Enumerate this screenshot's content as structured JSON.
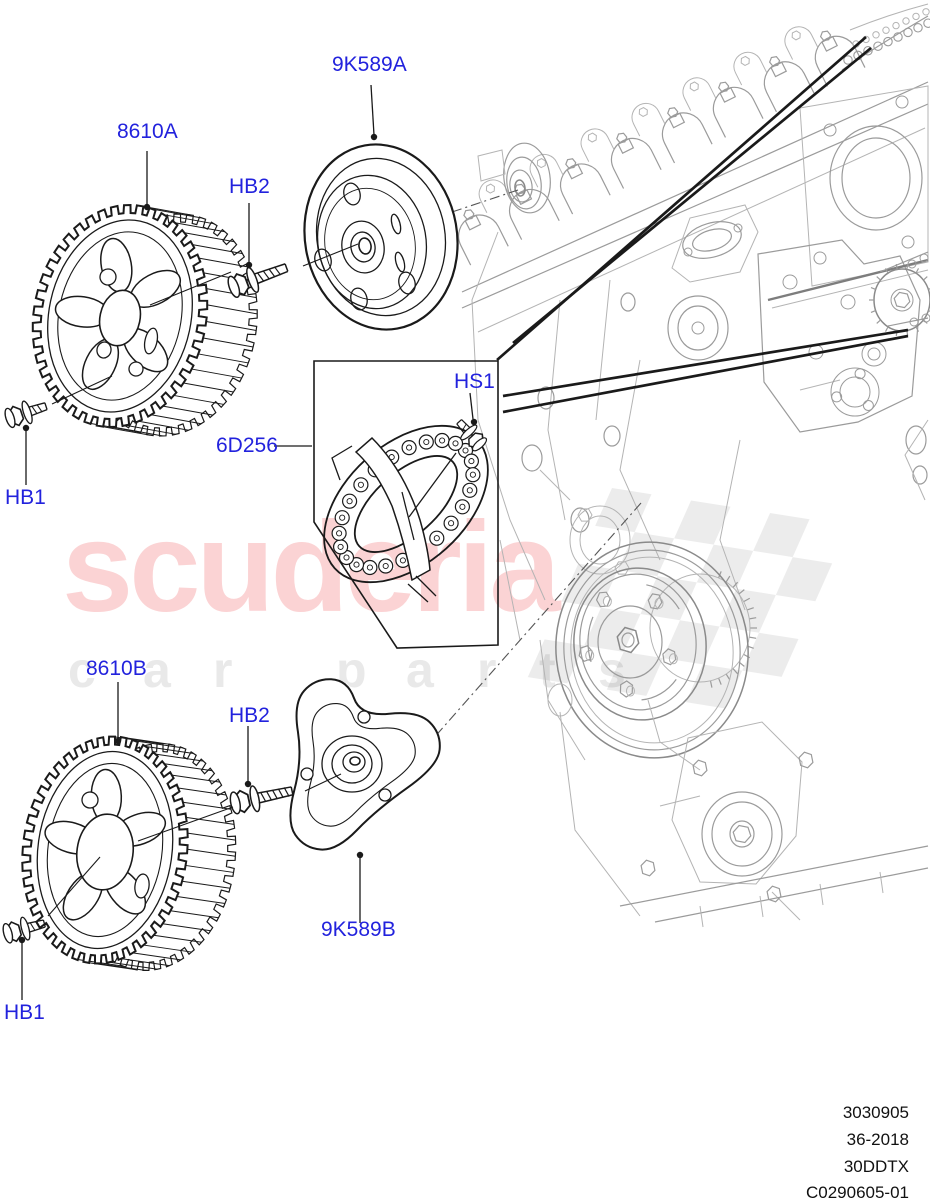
{
  "watermark": {
    "brand": "scuderia",
    "letters": [
      "c",
      "a",
      "r",
      "p",
      "a",
      "r",
      "t",
      "s"
    ]
  },
  "part_labels": {
    "hub_top": "9K589A",
    "gear_top": "8610A",
    "bolt_hb2_top": "HB2",
    "bolt_hb1_top": "HB1",
    "chain": "6D256",
    "bolt_hs1": "HS1",
    "gear_bottom": "8610B",
    "bolt_hb2_bottom": "HB2",
    "flange_bottom": "9K589B",
    "bolt_hb1_bottom": "HB1"
  },
  "plate_codes": {
    "code1": "3030905",
    "code2": "36-2018",
    "code3": "30DDTX",
    "code4": "C0290605-01"
  },
  "colors": {
    "label_blue": "#2222dd",
    "line_black": "#1a1a1a",
    "engine_gray": "#9b9b9b",
    "watermark_pink": "#fbd3d4",
    "watermark_gray": "#e9e9e9"
  }
}
